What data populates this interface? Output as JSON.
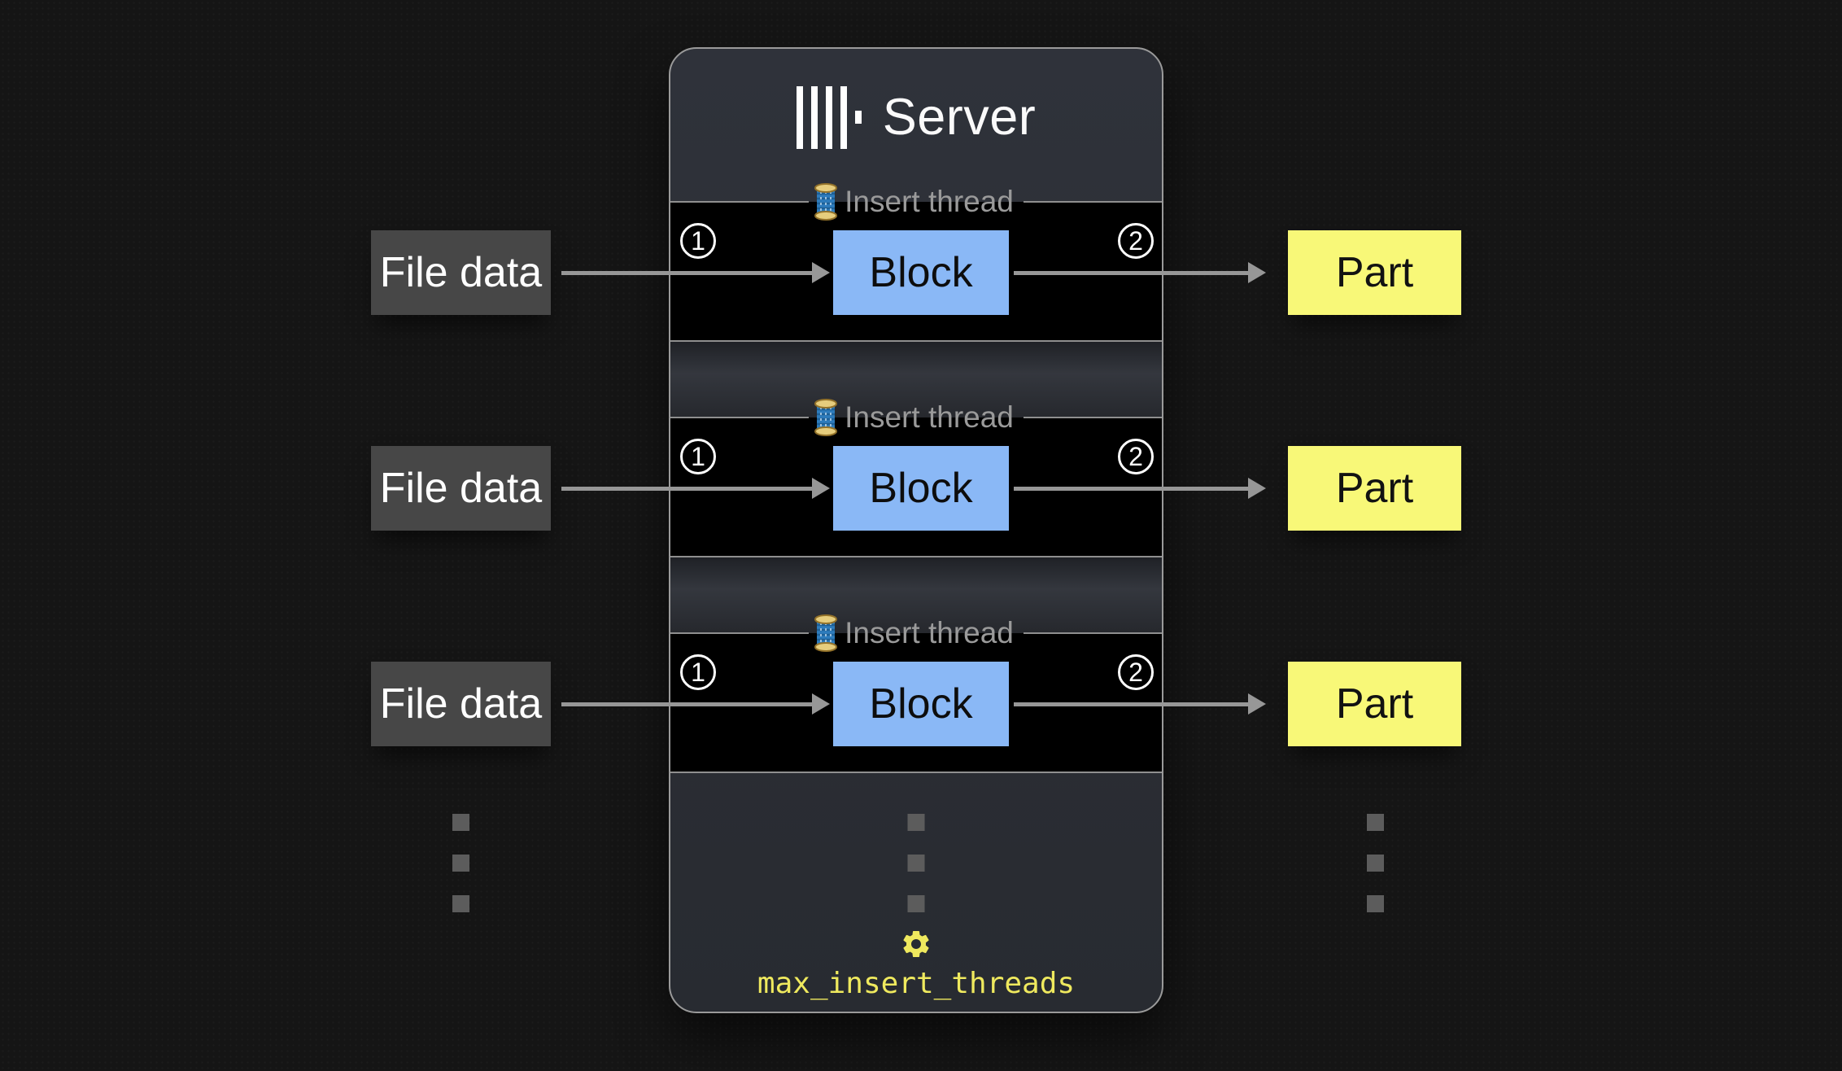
{
  "server": {
    "title": "Server",
    "settings_label": "max_insert_threads"
  },
  "rows": [
    {
      "source": "File data",
      "thread_label": "Insert thread",
      "step_in": "1",
      "block": "Block",
      "step_out": "2",
      "output": "Part"
    },
    {
      "source": "File data",
      "thread_label": "Insert thread",
      "step_in": "1",
      "block": "Block",
      "step_out": "2",
      "output": "Part"
    },
    {
      "source": "File data",
      "thread_label": "Insert thread",
      "step_in": "1",
      "block": "Block",
      "step_out": "2",
      "output": "Part"
    }
  ],
  "icons": {
    "logo": "clickhouse-logo",
    "legend": "thread-spool-icon",
    "settings": "gear-icon"
  },
  "colors": {
    "page_bg": "#151515",
    "server_bg": "#2b2e35",
    "server_border": "#9a9a9a",
    "thread_row_bg": "#000000",
    "line_gray": "#979797",
    "label_gray": "#9a9a9a",
    "file_box_bg": "#474747",
    "file_text": "#ffffff",
    "block_bg": "#8ab8f6",
    "part_bg": "#f8f878",
    "settings_yellow": "#efe95e",
    "dots_gray": "#5c5c5c"
  }
}
